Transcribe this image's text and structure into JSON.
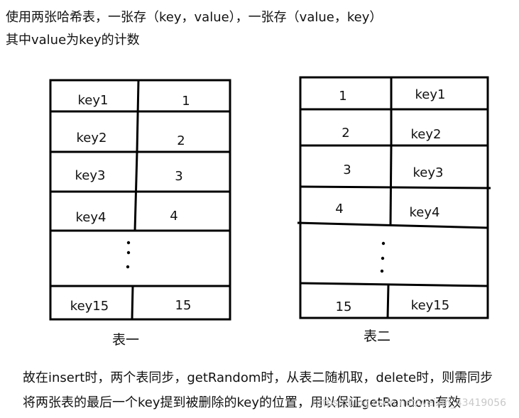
{
  "intro": {
    "line1": "使用两张哈希表，一张存（key，value），一张存（value，key）",
    "line2": "其中value为key的计数"
  },
  "table1": {
    "caption": "表一",
    "rows": [
      {
        "a": "key1",
        "b": "1"
      },
      {
        "a": "key2",
        "b": "2"
      },
      {
        "a": "key3",
        "b": "3"
      },
      {
        "a": "key4",
        "b": "4"
      },
      {
        "a": "key15",
        "b": "15"
      }
    ]
  },
  "table2": {
    "caption": "表二",
    "rows": [
      {
        "a": "1",
        "b": "key1"
      },
      {
        "a": "2",
        "b": "key2"
      },
      {
        "a": "3",
        "b": "key3"
      },
      {
        "a": "4",
        "b": "key4"
      },
      {
        "a": "15",
        "b": "key15"
      }
    ]
  },
  "footer": {
    "line1": "故在insert时，两个表同步，getRandom时，从表二随机取，delete时，则需同步",
    "line2": "将两张表的最后一个key提到被删除的key的位置，用以保证getRandom有效"
  },
  "watermark": "https://blog.csdn.net/weixin_43419056"
}
